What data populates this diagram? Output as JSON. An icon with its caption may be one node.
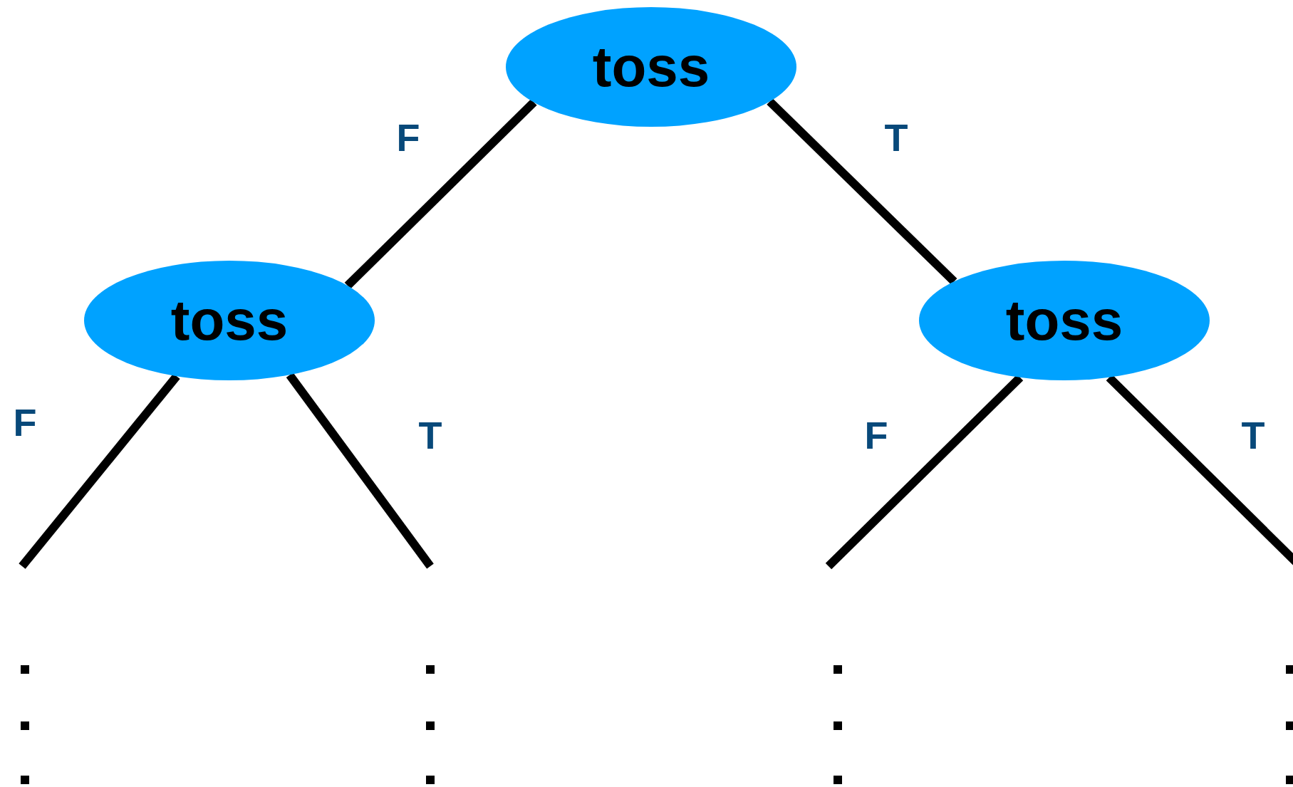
{
  "diagram": {
    "nodes": [
      {
        "text": [
          "toss"
        ]
      },
      {
        "text": [
          "toss"
        ]
      },
      {
        "text": [
          "toss"
        ]
      }
    ],
    "edges": [
      {
        "from": 0,
        "to": 1,
        "arrow": "none",
        "label": "F"
      },
      {
        "from": 0,
        "to": 2,
        "arrow": "none",
        "label": "T"
      },
      {
        "from": 1,
        "to": null,
        "arrow": "none",
        "label": "F"
      },
      {
        "from": 1,
        "to": null,
        "arrow": "none",
        "label": "T"
      },
      {
        "from": 2,
        "to": null,
        "arrow": "none",
        "label": "F"
      },
      {
        "from": 2,
        "to": null,
        "arrow": "none",
        "label": "T"
      }
    ]
  }
}
